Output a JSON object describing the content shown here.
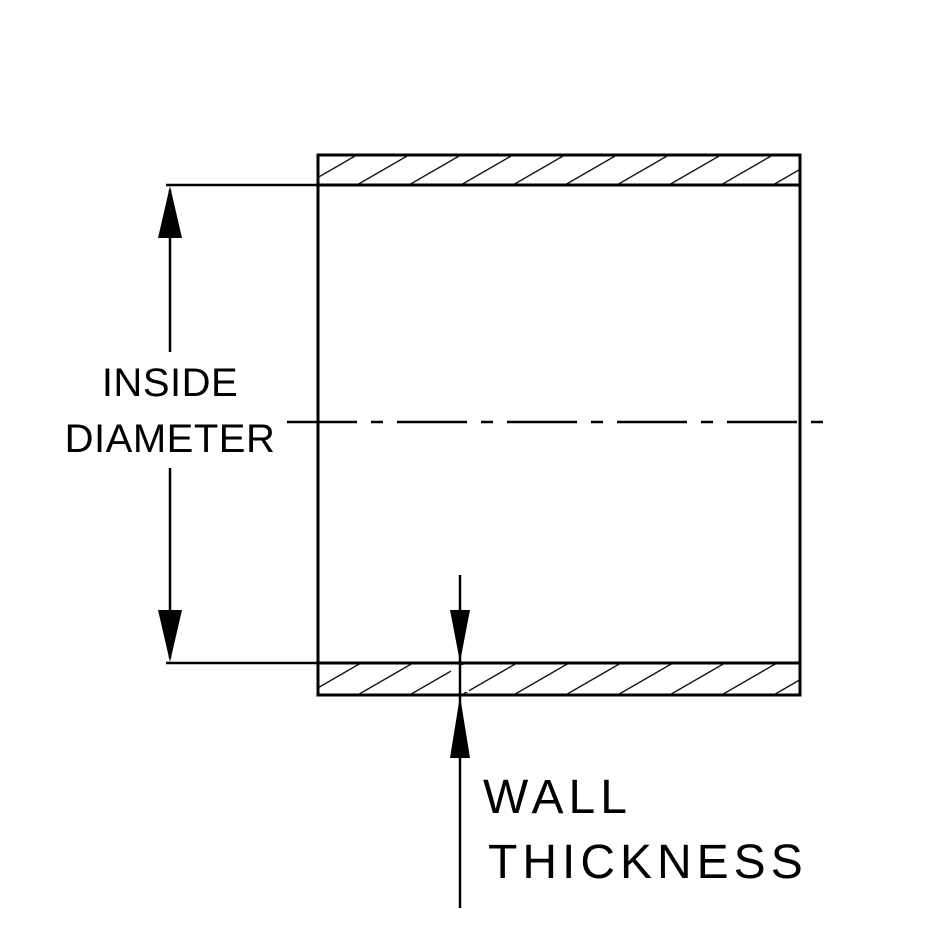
{
  "diagram": {
    "labels": {
      "inside_diameter": {
        "line1": "INSIDE",
        "line2": "DIAMETER"
      },
      "wall_thickness": {
        "line1": "WALL",
        "line2": "THICKNESS"
      }
    },
    "colors": {
      "line": "#000000",
      "background": "#ffffff"
    }
  }
}
